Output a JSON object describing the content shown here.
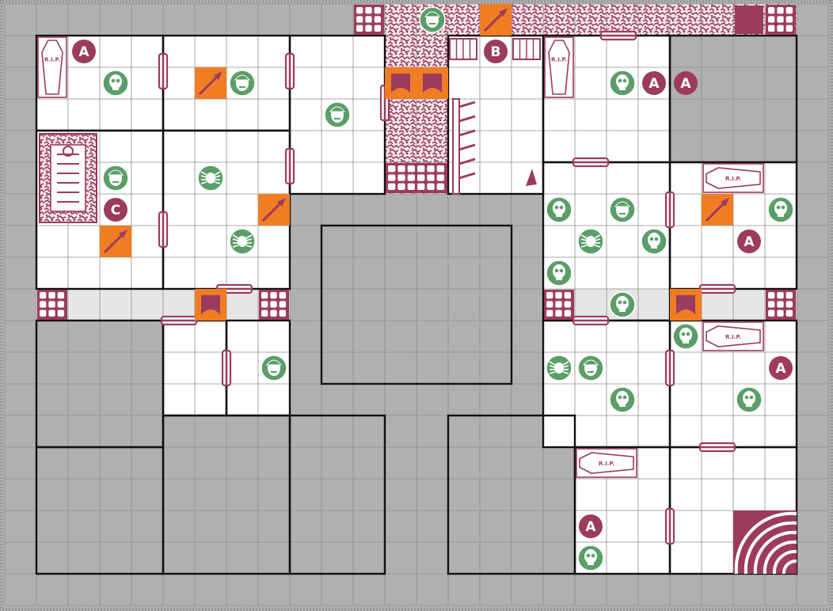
{
  "board": {
    "title": "",
    "grid_columns": 26,
    "grid_rows": 19,
    "colors": {
      "floor": "#ffffff",
      "rock": "#b0b0b0",
      "corridor": "#e6e6e6",
      "grid_line": "#8f8f8f",
      "wall": "#111111",
      "maroon": "#9c3b5e",
      "orange": "#f07c24",
      "monster_green": "#5b9e68",
      "rubble_light": "#f3e9ee"
    }
  },
  "markers": [
    {
      "letter": "A",
      "meaning": "note marker"
    },
    {
      "letter": "A",
      "meaning": "note marker"
    },
    {
      "letter": "A",
      "meaning": "note marker"
    },
    {
      "letter": "A",
      "meaning": "note marker"
    },
    {
      "letter": "A",
      "meaning": "note marker"
    },
    {
      "letter": "A",
      "meaning": "note marker"
    },
    {
      "letter": "B",
      "meaning": "note marker"
    },
    {
      "letter": "C",
      "meaning": "note marker"
    }
  ],
  "monsters": [
    {
      "kind": "skeleton"
    },
    {
      "kind": "skeleton"
    },
    {
      "kind": "skeleton"
    },
    {
      "kind": "skeleton"
    },
    {
      "kind": "skeleton"
    },
    {
      "kind": "skeleton"
    },
    {
      "kind": "skeleton"
    },
    {
      "kind": "skeleton"
    },
    {
      "kind": "skeleton"
    },
    {
      "kind": "skeleton"
    },
    {
      "kind": "skeleton"
    },
    {
      "kind": "zombie"
    },
    {
      "kind": "zombie"
    },
    {
      "kind": "zombie"
    },
    {
      "kind": "zombie"
    },
    {
      "kind": "zombie"
    },
    {
      "kind": "zombie"
    },
    {
      "kind": "zombie"
    },
    {
      "kind": "spider"
    },
    {
      "kind": "spider"
    },
    {
      "kind": "spider"
    },
    {
      "kind": "spider"
    }
  ],
  "tiles": {
    "coffin_label": "R.I.P.",
    "door_icon": "door-icon",
    "trap_icon": "spear-trap-icon",
    "pit_icon": "pit-trap-icon",
    "rubble_icon": "rubble-icon",
    "stairs_icon": "stairs-icon",
    "weapon_rack_icon": "weapon-rack-icon",
    "tomb_icon": "tomb-icon",
    "bookshelf_icon": "bookshelf-icon"
  }
}
